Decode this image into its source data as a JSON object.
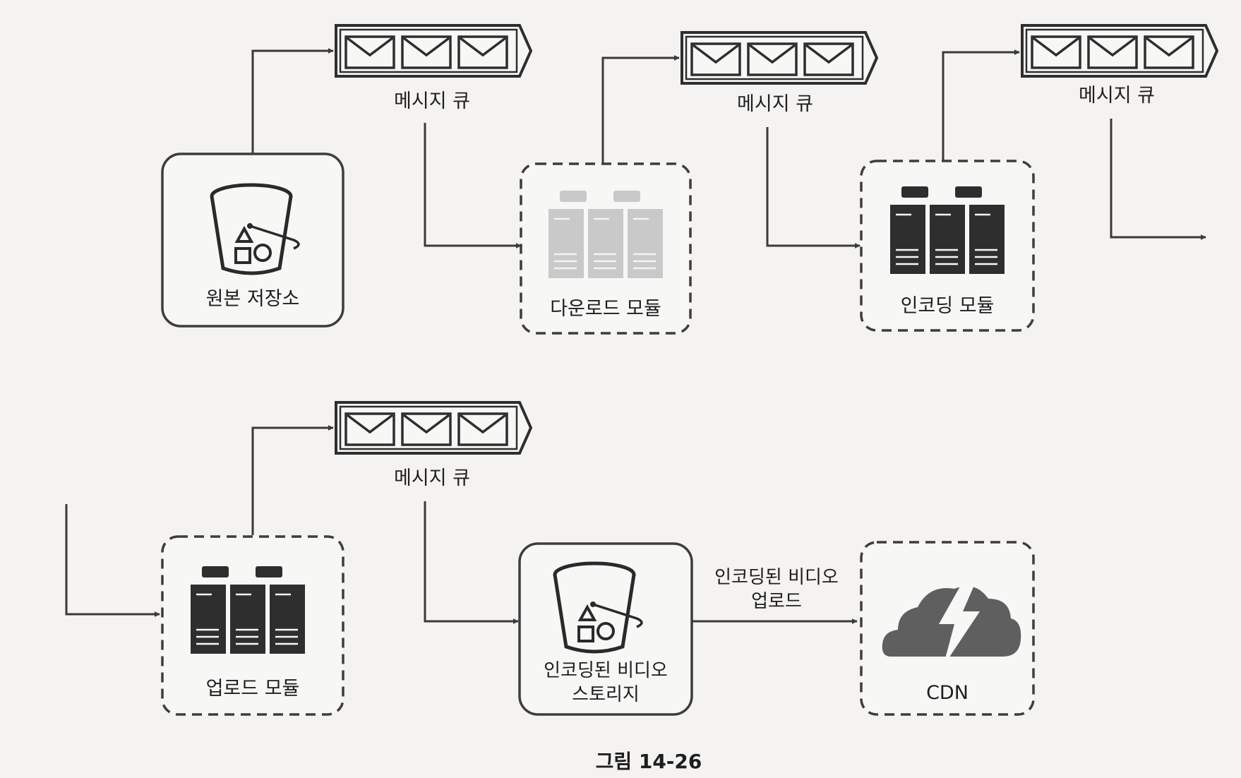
{
  "figure": {
    "caption": "그림 14-26"
  },
  "nodes": {
    "source_storage": {
      "label": "원본 저장소",
      "icon": "bucket-icon"
    },
    "download_module": {
      "label": "다운로드 모듈",
      "icon": "server-icon"
    },
    "encoding_module": {
      "label": "인코딩 모듈",
      "icon": "server-icon"
    },
    "upload_module": {
      "label": "업로드 모듈",
      "icon": "server-icon"
    },
    "encoded_storage": {
      "label_line1": "인코딩된 비디오",
      "label_line2": "스토리지",
      "icon": "bucket-icon"
    },
    "cdn": {
      "label": "CDN",
      "icon": "cloud-lightning-icon"
    }
  },
  "queues": [
    {
      "label": "메시지 큐"
    },
    {
      "label": "메시지 큐"
    },
    {
      "label": "메시지 큐"
    },
    {
      "label": "메시지 큐"
    }
  ],
  "edges": {
    "upload_to_cdn": {
      "label_line1": "인코딩된 비디오",
      "label_line2": "업로드"
    }
  },
  "colors": {
    "ink": "#2e2e2e",
    "faded_server": "#c9c9c9",
    "page": "#f4f3f1"
  }
}
